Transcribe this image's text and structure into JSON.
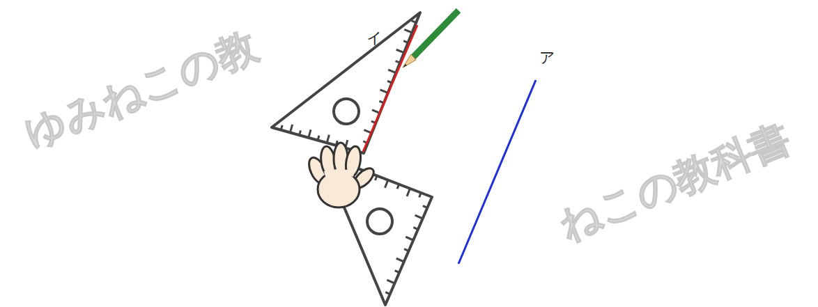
{
  "diagram": {
    "labels": [
      "ア",
      "イ",
      "ゆみねこの教",
      "ねこの教科書"
    ]
  }
}
